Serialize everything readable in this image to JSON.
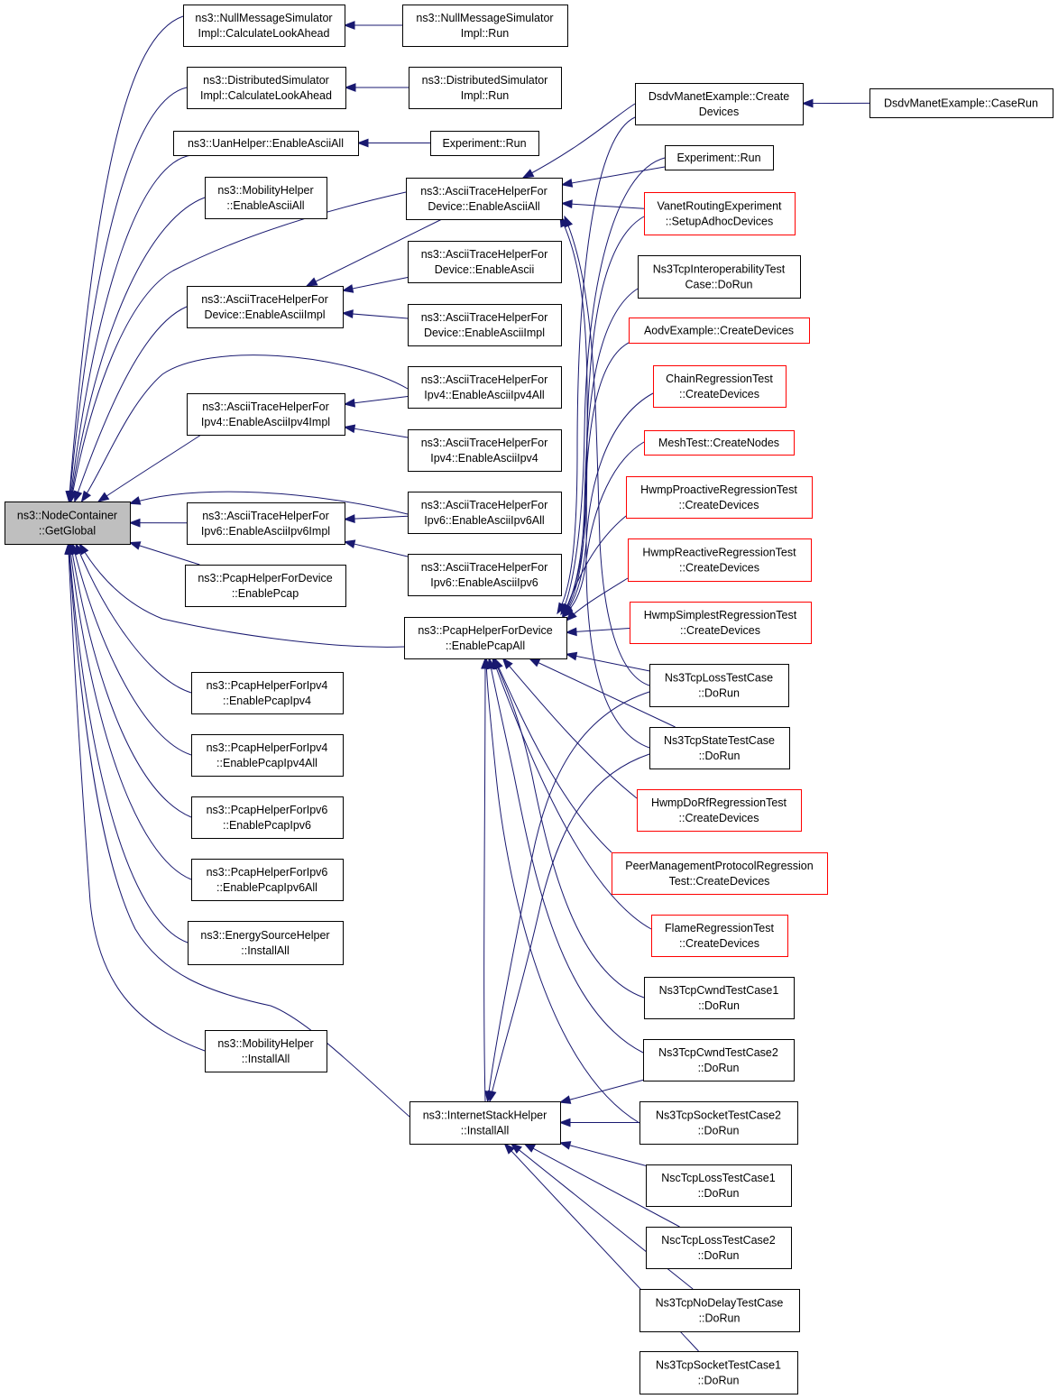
{
  "colors": {
    "edge": "#191970",
    "node_border_default": "#000000",
    "node_border_truncated": "#ff0000",
    "root_fill": "#bfbfbf",
    "node_fill": "#ffffff"
  },
  "nodes": [
    {
      "id": "root",
      "lines": [
        "ns3::NodeContainer",
        "::GetGlobal"
      ],
      "style": "root"
    },
    {
      "id": "nmsi_cla",
      "lines": [
        "ns3::NullMessageSimulator",
        "Impl::CalculateLookAhead"
      ],
      "style": "normal"
    },
    {
      "id": "nmsi_run",
      "lines": [
        "ns3::NullMessageSimulator",
        "Impl::Run"
      ],
      "style": "normal"
    },
    {
      "id": "dsi_cla",
      "lines": [
        "ns3::DistributedSimulator",
        "Impl::CalculateLookAhead"
      ],
      "style": "normal"
    },
    {
      "id": "dsi_run",
      "lines": [
        "ns3::DistributedSimulator",
        "Impl::Run"
      ],
      "style": "normal"
    },
    {
      "id": "uan",
      "lines": [
        "ns3::UanHelper::EnableAsciiAll"
      ],
      "style": "normal"
    },
    {
      "id": "exp_run1",
      "lines": [
        "Experiment::Run"
      ],
      "style": "normal"
    },
    {
      "id": "mob_ascii",
      "lines": [
        "ns3::MobilityHelper",
        "::EnableAsciiAll"
      ],
      "style": "normal"
    },
    {
      "id": "atd_all",
      "lines": [
        "ns3::AsciiTraceHelperFor",
        "Device::EnableAsciiAll"
      ],
      "style": "normal"
    },
    {
      "id": "atd_ascii",
      "lines": [
        "ns3::AsciiTraceHelperFor",
        "Device::EnableAscii"
      ],
      "style": "normal"
    },
    {
      "id": "atd_impl",
      "lines": [
        "ns3::AsciiTraceHelperFor",
        "Device::EnableAsciiImpl"
      ],
      "style": "normal"
    },
    {
      "id": "atd_impl2",
      "lines": [
        "ns3::AsciiTraceHelperFor",
        "Device::EnableAsciiImpl"
      ],
      "style": "normal"
    },
    {
      "id": "ati4_impl",
      "lines": [
        "ns3::AsciiTraceHelperFor",
        "Ipv4::EnableAsciiIpv4Impl"
      ],
      "style": "normal"
    },
    {
      "id": "ati4_all",
      "lines": [
        "ns3::AsciiTraceHelperFor",
        "Ipv4::EnableAsciiIpv4All"
      ],
      "style": "normal"
    },
    {
      "id": "ati4",
      "lines": [
        "ns3::AsciiTraceHelperFor",
        "Ipv4::EnableAsciiIpv4"
      ],
      "style": "normal"
    },
    {
      "id": "ati6_impl",
      "lines": [
        "ns3::AsciiTraceHelperFor",
        "Ipv6::EnableAsciiIpv6Impl"
      ],
      "style": "normal"
    },
    {
      "id": "ati6_all",
      "lines": [
        "ns3::AsciiTraceHelperFor",
        "Ipv6::EnableAsciiIpv6All"
      ],
      "style": "normal"
    },
    {
      "id": "ati6",
      "lines": [
        "ns3::AsciiTraceHelperFor",
        "Ipv6::EnableAsciiIpv6"
      ],
      "style": "normal"
    },
    {
      "id": "phd_pcap",
      "lines": [
        "ns3::PcapHelperForDevice",
        "::EnablePcap"
      ],
      "style": "normal"
    },
    {
      "id": "phd_all",
      "lines": [
        "ns3::PcapHelperForDevice",
        "::EnablePcapAll"
      ],
      "style": "normal"
    },
    {
      "id": "phi4",
      "lines": [
        "ns3::PcapHelperForIpv4",
        "::EnablePcapIpv4"
      ],
      "style": "normal"
    },
    {
      "id": "phi4_all",
      "lines": [
        "ns3::PcapHelperForIpv4",
        "::EnablePcapIpv4All"
      ],
      "style": "normal"
    },
    {
      "id": "phi6",
      "lines": [
        "ns3::PcapHelperForIpv6",
        "::EnablePcapIpv6"
      ],
      "style": "normal"
    },
    {
      "id": "phi6_all",
      "lines": [
        "ns3::PcapHelperForIpv6",
        "::EnablePcapIpv6All"
      ],
      "style": "normal"
    },
    {
      "id": "esh",
      "lines": [
        "ns3::EnergySourceHelper",
        "::InstallAll"
      ],
      "style": "normal"
    },
    {
      "id": "mob_inst",
      "lines": [
        "ns3::MobilityHelper",
        "::InstallAll"
      ],
      "style": "normal"
    },
    {
      "id": "ish",
      "lines": [
        "ns3::InternetStackHelper",
        "::InstallAll"
      ],
      "style": "normal"
    },
    {
      "id": "dsdv_cd",
      "lines": [
        "DsdvManetExample::Create",
        "Devices"
      ],
      "style": "normal"
    },
    {
      "id": "dsdv_run",
      "lines": [
        "DsdvManetExample::CaseRun"
      ],
      "style": "normal"
    },
    {
      "id": "exp_run2",
      "lines": [
        "Experiment::Run"
      ],
      "style": "normal"
    },
    {
      "id": "vanet",
      "lines": [
        "VanetRoutingExperiment",
        "::SetupAdhocDevices"
      ],
      "style": "truncated"
    },
    {
      "id": "ns3interop",
      "lines": [
        "Ns3TcpInteroperabilityTest",
        "Case::DoRun"
      ],
      "style": "normal"
    },
    {
      "id": "aodv",
      "lines": [
        "AodvExample::CreateDevices"
      ],
      "style": "truncated"
    },
    {
      "id": "chain",
      "lines": [
        "ChainRegressionTest",
        "::CreateDevices"
      ],
      "style": "truncated"
    },
    {
      "id": "mesh",
      "lines": [
        "MeshTest::CreateNodes"
      ],
      "style": "truncated"
    },
    {
      "id": "hwmp_pro",
      "lines": [
        "HwmpProactiveRegressionTest",
        "::CreateDevices"
      ],
      "style": "truncated"
    },
    {
      "id": "hwmp_rea",
      "lines": [
        "HwmpReactiveRegressionTest",
        "::CreateDevices"
      ],
      "style": "truncated"
    },
    {
      "id": "hwmp_sim",
      "lines": [
        "HwmpSimplestRegressionTest",
        "::CreateDevices"
      ],
      "style": "truncated"
    },
    {
      "id": "loss",
      "lines": [
        "Ns3TcpLossTestCase",
        "::DoRun"
      ],
      "style": "normal"
    },
    {
      "id": "state",
      "lines": [
        "Ns3TcpStateTestCase",
        "::DoRun"
      ],
      "style": "normal"
    },
    {
      "id": "hwmp_dorf",
      "lines": [
        "HwmpDoRfRegressionTest",
        "::CreateDevices"
      ],
      "style": "truncated"
    },
    {
      "id": "pmp",
      "lines": [
        "PeerManagementProtocolRegression",
        "Test::CreateDevices"
      ],
      "style": "truncated"
    },
    {
      "id": "flame",
      "lines": [
        "FlameRegressionTest",
        "::CreateDevices"
      ],
      "style": "truncated"
    },
    {
      "id": "cwnd1",
      "lines": [
        "Ns3TcpCwndTestCase1",
        "::DoRun"
      ],
      "style": "normal"
    },
    {
      "id": "cwnd2",
      "lines": [
        "Ns3TcpCwndTestCase2",
        "::DoRun"
      ],
      "style": "normal"
    },
    {
      "id": "sock2",
      "lines": [
        "Ns3TcpSocketTestCase2",
        "::DoRun"
      ],
      "style": "normal"
    },
    {
      "id": "nsc1",
      "lines": [
        "NscTcpLossTestCase1",
        "::DoRun"
      ],
      "style": "normal"
    },
    {
      "id": "nsc2",
      "lines": [
        "NscTcpLossTestCase2",
        "::DoRun"
      ],
      "style": "normal"
    },
    {
      "id": "nodelay",
      "lines": [
        "Ns3TcpNoDelayTestCase",
        "::DoRun"
      ],
      "style": "normal"
    },
    {
      "id": "sock1",
      "lines": [
        "Ns3TcpSocketTestCase1",
        "::DoRun"
      ],
      "style": "normal"
    }
  ],
  "edges": [
    [
      "nmsi_cla",
      "root"
    ],
    [
      "dsi_cla",
      "root"
    ],
    [
      "uan",
      "root"
    ],
    [
      "mob_ascii",
      "root"
    ],
    [
      "atd_all",
      "root"
    ],
    [
      "atd_impl",
      "root"
    ],
    [
      "ati4_all",
      "root"
    ],
    [
      "ati4_impl",
      "root"
    ],
    [
      "ati6_all",
      "root"
    ],
    [
      "ati6_impl",
      "root"
    ],
    [
      "phd_pcap",
      "root"
    ],
    [
      "phd_all",
      "root"
    ],
    [
      "phi4",
      "root"
    ],
    [
      "phi4_all",
      "root"
    ],
    [
      "phi6",
      "root"
    ],
    [
      "phi6_all",
      "root"
    ],
    [
      "esh",
      "root"
    ],
    [
      "mob_inst",
      "root"
    ],
    [
      "ish",
      "root"
    ],
    [
      "nmsi_run",
      "nmsi_cla"
    ],
    [
      "dsi_run",
      "dsi_cla"
    ],
    [
      "exp_run1",
      "uan"
    ],
    [
      "atd_all",
      "atd_impl"
    ],
    [
      "atd_ascii",
      "atd_impl"
    ],
    [
      "atd_impl2",
      "atd_impl"
    ],
    [
      "ati4_all",
      "ati4_impl"
    ],
    [
      "ati4",
      "ati4_impl"
    ],
    [
      "ati6_all",
      "ati6_impl"
    ],
    [
      "ati6",
      "ati6_impl"
    ],
    [
      "dsdv_run",
      "dsdv_cd"
    ],
    [
      "dsdv_cd",
      "atd_all"
    ],
    [
      "exp_run2",
      "atd_all"
    ],
    [
      "vanet",
      "atd_all"
    ],
    [
      "loss",
      "atd_all"
    ],
    [
      "state",
      "atd_all"
    ],
    [
      "dsdv_cd",
      "phd_all"
    ],
    [
      "exp_run2",
      "phd_all"
    ],
    [
      "vanet",
      "phd_all"
    ],
    [
      "ns3interop",
      "phd_all"
    ],
    [
      "aodv",
      "phd_all"
    ],
    [
      "chain",
      "phd_all"
    ],
    [
      "mesh",
      "phd_all"
    ],
    [
      "hwmp_pro",
      "phd_all"
    ],
    [
      "hwmp_rea",
      "phd_all"
    ],
    [
      "hwmp_sim",
      "phd_all"
    ],
    [
      "loss",
      "phd_all"
    ],
    [
      "state",
      "phd_all"
    ],
    [
      "hwmp_dorf",
      "phd_all"
    ],
    [
      "pmp",
      "phd_all"
    ],
    [
      "flame",
      "phd_all"
    ],
    [
      "cwnd1",
      "phd_all"
    ],
    [
      "cwnd2",
      "phd_all"
    ],
    [
      "sock2",
      "phd_all"
    ],
    [
      "ish",
      "phd_all"
    ],
    [
      "loss",
      "ish"
    ],
    [
      "state",
      "ish"
    ],
    [
      "cwnd2",
      "ish"
    ],
    [
      "sock2",
      "ish"
    ],
    [
      "nsc1",
      "ish"
    ],
    [
      "nsc2",
      "ish"
    ],
    [
      "nodelay",
      "ish"
    ],
    [
      "sock1",
      "ish"
    ]
  ]
}
